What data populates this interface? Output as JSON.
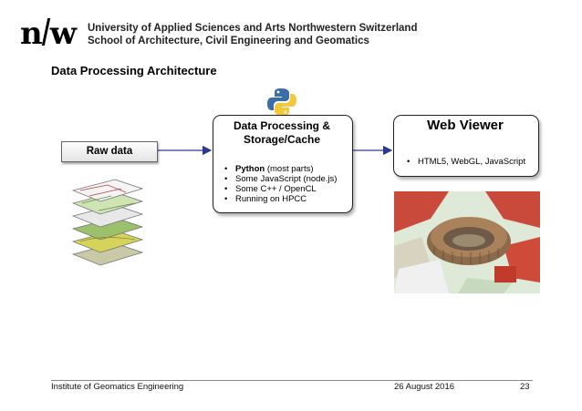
{
  "header": {
    "logo_text": "n|w",
    "org_line1": "University of Applied Sciences and Arts Northwestern Switzerland",
    "org_line2": "School of Architecture, Civil Engineering and Geomatics"
  },
  "slide": {
    "title": "Data Processing Architecture",
    "raw_data_label": "Raw data",
    "processing": {
      "title_line1": "Data Processing &",
      "title_line2": "Storage/Cache",
      "items": [
        {
          "bold": "Python",
          "rest": " (most parts)"
        },
        {
          "bold": "",
          "rest": "Some JavaScript (node.js)"
        },
        {
          "bold": "",
          "rest": "Some C++ / OpenCL"
        },
        {
          "bold": "",
          "rest": "Running on HPCC"
        }
      ]
    },
    "viewer": {
      "title": "Web Viewer",
      "items": [
        "HTML5, WebGL, JavaScript"
      ]
    }
  },
  "footer": {
    "institute": "Institute of Geomatics Engineering",
    "date": "26 August 2016",
    "page": "23"
  },
  "colors": {
    "arrow": "#2b3a8f",
    "python_blue": "#3b6ea8",
    "python_yellow": "#f3c93b"
  }
}
